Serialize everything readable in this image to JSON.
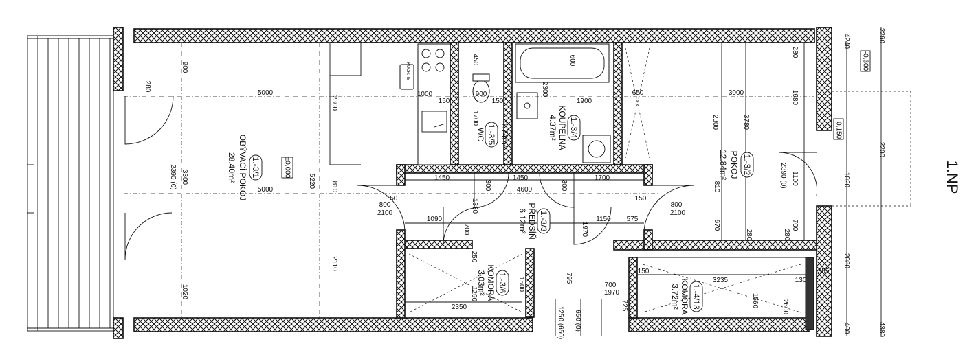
{
  "floor_label": "1.NP",
  "rooms": {
    "r1": {
      "id": "1.-3/1",
      "name": "OBÝVACÍ POKOJ",
      "area": "28.40m²"
    },
    "r2": {
      "id": "1.-3/2",
      "name": "POKOJ",
      "area": "12.84m²"
    },
    "r3": {
      "id": "1.-3/3",
      "name": "PŘEDSÍŇ",
      "area": "6.12m²"
    },
    "r4": {
      "id": "1.-3/4",
      "name": "KOUPELNA",
      "area": "4.37m²"
    },
    "r5": {
      "id": "1.-3/5",
      "name": "WC",
      "area": "1.74m²"
    },
    "r6": {
      "id": "1.-3/6",
      "name": "KOMORA",
      "area": "3.03m²"
    },
    "r7": {
      "id": "1.-4/13",
      "name": "KOMORA",
      "area": "3.72m²"
    }
  },
  "levels": {
    "main": "±0,000",
    "right_upper": "-0,300",
    "right_lower": "-0,150"
  },
  "fixtures": {
    "kitchen": "KUCH.-IS"
  },
  "dimensions": {
    "d5000a": "5000",
    "d5000b": "5000",
    "d3000": "3000",
    "d4600": "4600",
    "d1450a": "1450",
    "d1450b": "1450",
    "d1700": "1700",
    "d1900": "1900",
    "d650": "650",
    "d1090": "1090",
    "d1150": "1150",
    "d575": "575",
    "d150a": "150",
    "d150b": "150",
    "d150c": "150",
    "d150d": "150",
    "d150e": "150",
    "d1000": "1000",
    "d900": "900",
    "d900b": "900",
    "d280a": "280",
    "d280b": "280",
    "d280c": "280",
    "d280d": "280",
    "d2300a": "2300",
    "d2300b": "2300",
    "d2300c": "2300",
    "d3300": "3300",
    "d2390a": "2390 (0)",
    "d2390b": "2390 (0)",
    "d5220": "5220",
    "d810a": "810",
    "d810b": "810",
    "d2110": "2110",
    "d1020a": "1020",
    "d1020b": "1020",
    "d3780": "3780",
    "d1980": "1980",
    "d670": "670",
    "d700a": "700",
    "d700b": "700",
    "d1100": "1100",
    "d800a": "800",
    "d2100a": "2100",
    "d800b": "800",
    "d2100b": "2100",
    "d4240": "4240",
    "d2260": "2260",
    "d2200": "2200",
    "d2080": "2080",
    "d4380": "4380",
    "d3235": "3235",
    "d2350": "2350",
    "d1970": "1970",
    "d130": "130",
    "d355": "355",
    "d2600": "2600",
    "d795": "795",
    "d725": "725",
    "d700c": "700",
    "d1970b": "1970",
    "d400": "400",
    "d650b": "650 (0)",
    "d1250": "1250 (650)",
    "d450": "450",
    "d1700b": "1700",
    "d600": "600",
    "d1330": "1330",
    "d1560": "1560",
    "d300a": "300",
    "d300b": "300",
    "d250": "250",
    "d1290": "1290",
    "d1500": "1500"
  }
}
